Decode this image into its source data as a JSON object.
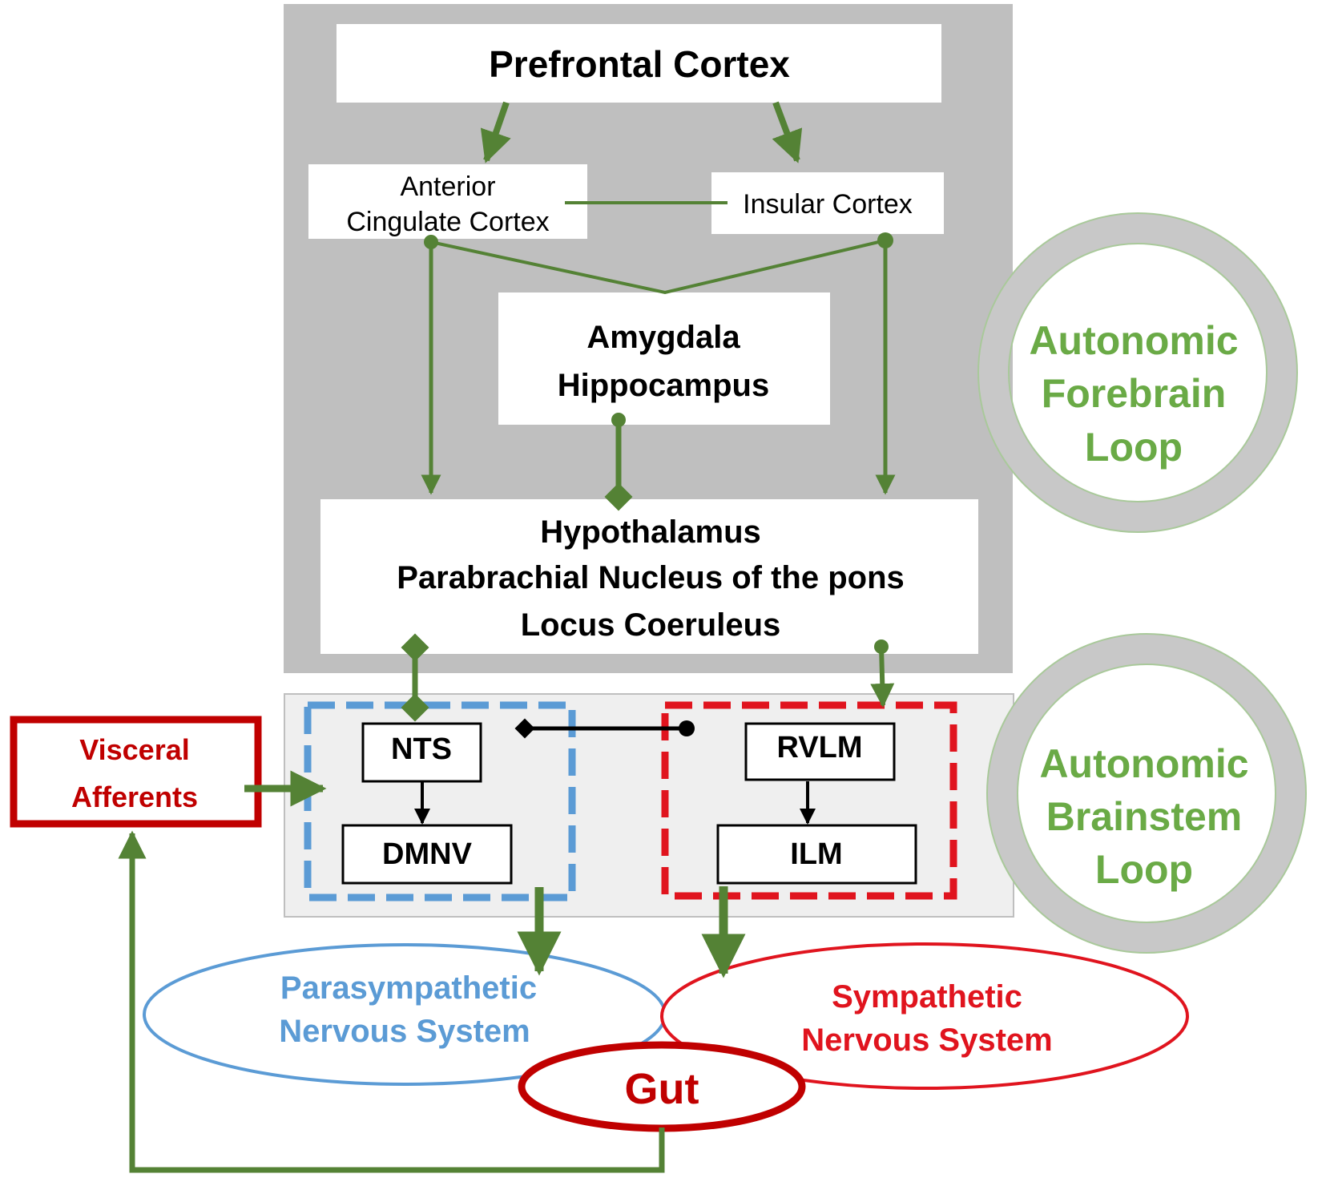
{
  "colors": {
    "arrow_green": "#548235",
    "loop_text_green": "#6aaa46",
    "parasympathetic_blue": "#5b9bd5",
    "sympathetic_red": "#e0141e",
    "gut_darkred": "#c00000",
    "forebrain_panel": "#bfbfbf",
    "brainstem_panel": "#efefef",
    "loop_ring": "#c8c8c8"
  },
  "nodes": {
    "prefrontal_cortex": "Prefrontal Cortex",
    "anterior_cingulate": {
      "line1": "Anterior",
      "line2": "Cingulate Cortex"
    },
    "insular_cortex": "Insular Cortex",
    "amygdala_hippocampus": {
      "line1": "Amygdala",
      "line2": "Hippocampus"
    },
    "hypothalamus_group": {
      "line1": "Hypothalamus",
      "line2": "Parabrachial Nucleus of the pons",
      "line3": "Locus Coeruleus"
    },
    "nts": "NTS",
    "dmnv": "DMNV",
    "rvlm": "RVLM",
    "ilm": "ILM",
    "visceral_afferents": {
      "line1": "Visceral",
      "line2": "Afferents"
    },
    "parasympathetic": {
      "line1": "Parasympathetic",
      "line2": "Nervous System"
    },
    "sympathetic": {
      "line1": "Sympathetic",
      "line2": "Nervous System"
    },
    "gut": "Gut"
  },
  "loops": {
    "forebrain": {
      "line1": "Autonomic",
      "line2": "Forebrain",
      "line3": "Loop"
    },
    "brainstem": {
      "line1": "Autonomic",
      "line2": "Brainstem",
      "line3": "Loop"
    }
  }
}
